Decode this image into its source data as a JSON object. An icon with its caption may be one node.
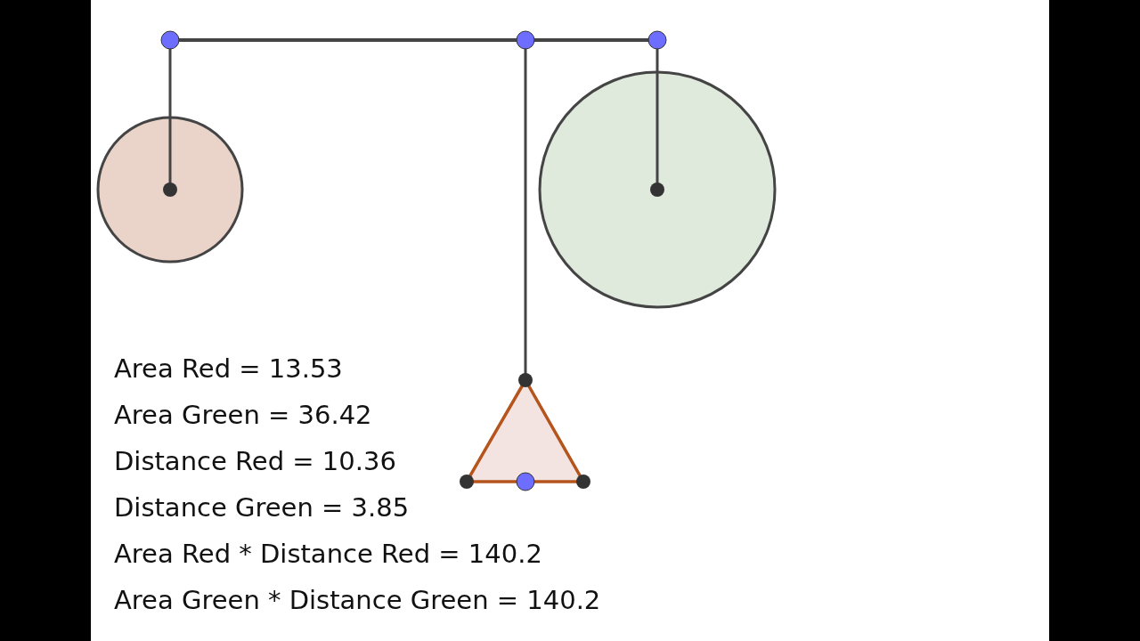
{
  "diagram": {
    "labels": [
      "Area Red = 13.53",
      "Area Green = 36.42",
      "Distance Red = 10.36",
      "Distance Green = 3.85",
      "Area Red * Distance Red = 140.2",
      "Area Green * Distance Green = 140.2"
    ]
  }
}
